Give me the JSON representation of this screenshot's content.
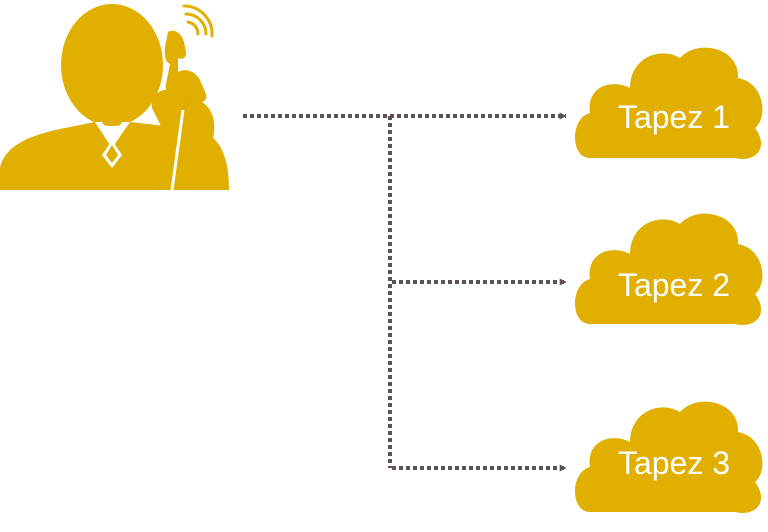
{
  "colors": {
    "accent": "#E0AF00",
    "connector": "#5E5257",
    "background": "#FFFFFF",
    "label": "#FFFFFF"
  },
  "icons": {
    "caller": "person-on-phone-icon",
    "ringing": "ringing-waves-icon"
  },
  "options": [
    {
      "label": "Tapez 1"
    },
    {
      "label": "Tapez 2"
    },
    {
      "label": "Tapez 3"
    }
  ]
}
